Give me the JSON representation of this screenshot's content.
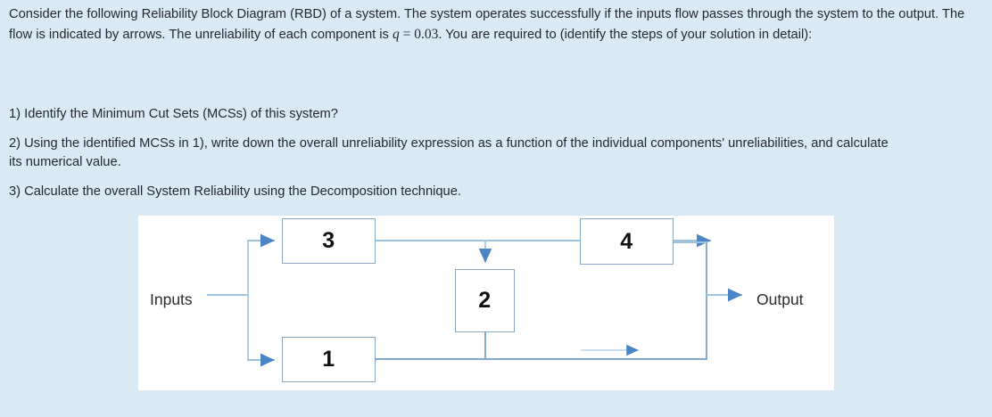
{
  "prompt": {
    "line1": "Consider the following Reliability Block Diagram (RBD) of a system. The system operates successfully if the inputs flow passes through the system to the output. The flow is indicated by arrows. The unreliability of each component is ",
    "math_symbol": "q",
    "math_equals": " = ",
    "math_value": "0.03",
    "line2": ". You are required to (identify the steps of your solution in detail):"
  },
  "questions": [
    "1) Identify the Minimum Cut Sets (MCSs) of this system?",
    "2) Using the identified MCSs in 1), write down the overall unreliability expression as a function of the individual components' unreliabilities, and calculate its numerical value.",
    "3) Calculate the overall System Reliability using the Decomposition technique."
  ],
  "diagram": {
    "input_label": "Inputs",
    "output_label": "Output",
    "blocks": [
      {
        "id": "block-3",
        "label": "3"
      },
      {
        "id": "block-1",
        "label": "1"
      },
      {
        "id": "block-2",
        "label": "2"
      },
      {
        "id": "block-4",
        "label": "4"
      }
    ],
    "colors": {
      "background": "#d9eaf5",
      "panel": "#ffffff",
      "block_border": "#8aa7c2",
      "connector": "#9dc3e0",
      "connector_dark": "#7fa8cc",
      "arrow": "#4a86c5",
      "text": "#23292e"
    }
  }
}
